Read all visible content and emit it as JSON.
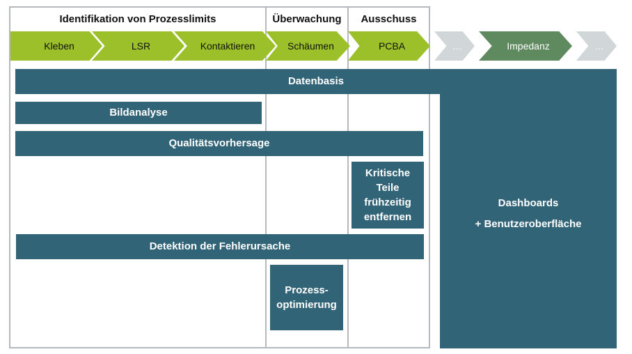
{
  "phases": {
    "identifikation": "Identifikation von Prozesslimits",
    "ueberwachung": "Überwachung",
    "ausschuss": "Ausschuss"
  },
  "process_steps": [
    {
      "label": "Kleben",
      "kind": "active"
    },
    {
      "label": "LSR",
      "kind": "active"
    },
    {
      "label": "Kontaktieren",
      "kind": "active"
    },
    {
      "label": "Schäumen",
      "kind": "active"
    },
    {
      "label": "PCBA",
      "kind": "active"
    },
    {
      "label": "…",
      "kind": "inactive"
    },
    {
      "label": "Impedanz",
      "kind": "muted"
    },
    {
      "label": "…",
      "kind": "inactive"
    }
  ],
  "bars": {
    "datenbasis": "Datenbasis",
    "bildanalyse": "Bildanalyse",
    "qualitaetsvorhersage": "Qualitätsvorhersage",
    "kritische_teile": [
      "Kritische",
      "Teile",
      "frühzeitig",
      "entfernen"
    ],
    "detektion": "Detektion der Fehlerursache",
    "prozessoptimierung": [
      "Prozess-",
      "optimierung"
    ],
    "dashboards": [
      "Dashboards",
      "+ Benutzeroberfläche"
    ]
  },
  "colors": {
    "active_chevron": "#9bc02a",
    "muted_chevron": "#5f8a5f",
    "inactive_chevron": "#d1d6d9",
    "bar": "#326478",
    "frame": "#b3b9be"
  }
}
